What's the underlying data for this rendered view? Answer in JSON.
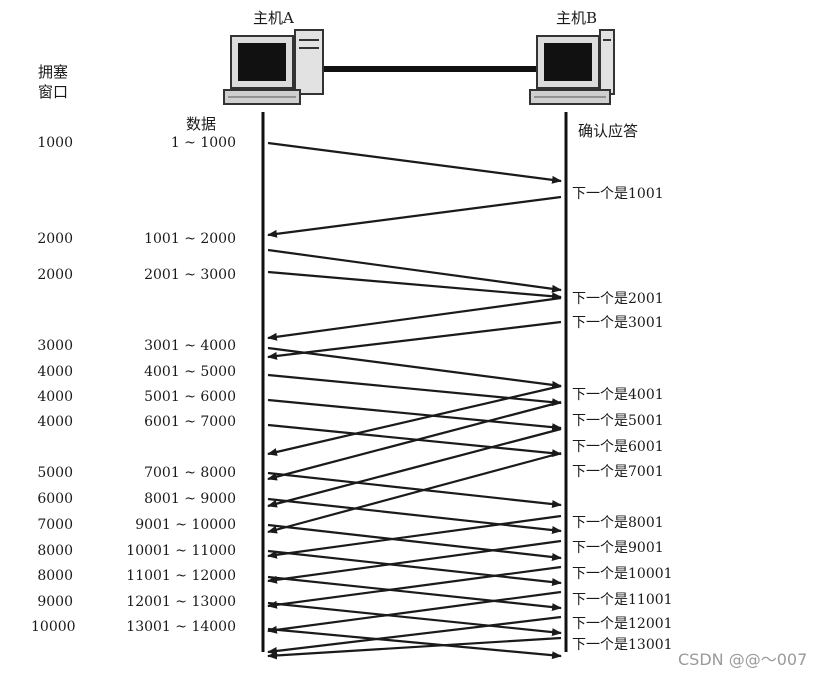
{
  "host_a": "主机A",
  "host_b": "主机B",
  "cwnd_header": [
    "拥塞",
    "窗口"
  ],
  "data_header": "数据",
  "ack_header": "确认应答",
  "cwnd_values": [
    "1000",
    "2000",
    "2000",
    "3000",
    "4000",
    "4000",
    "4000",
    "5000",
    "6000",
    "7000",
    "8000",
    "8000",
    "9000",
    "10000"
  ],
  "segments": [
    "1 ~ 1000",
    "1001 ~ 2000",
    "2001 ~ 3000",
    "3001 ~ 4000",
    "4001 ~ 5000",
    "5001 ~ 6000",
    "6001 ~ 7000",
    "7001 ~ 8000",
    "8001 ~ 9000",
    "9001 ~ 10000",
    "10001 ~ 11000",
    "11001 ~ 12000",
    "12001 ~ 13000",
    "13001 ~ 14000"
  ],
  "acks": [
    "下一个是1001",
    "下一个是2001",
    "下一个是3001",
    "下一个是4001",
    "下一个是5001",
    "下一个是6001",
    "下一个是7001",
    "下一个是8001",
    "下一个是9001",
    "下一个是10001",
    "下一个是11001",
    "下一个是12001",
    "下一个是13001"
  ],
  "watermark": "CSDN @@～007"
}
